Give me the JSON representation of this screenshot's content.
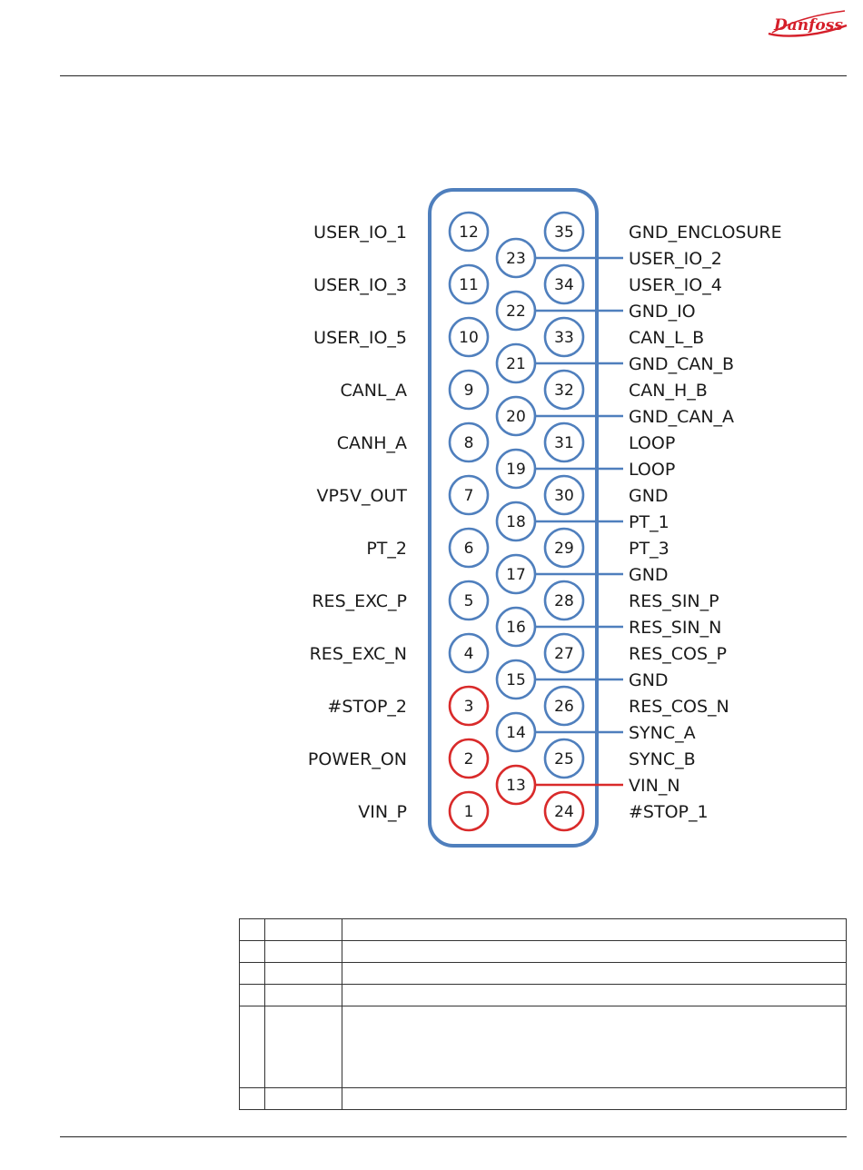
{
  "brand": {
    "logo_text": "Danfoss",
    "logo_color": "#d51f2a"
  },
  "colors": {
    "blue": "#4f7fbd",
    "red": "#d92a2a",
    "text": "#1a1a1a"
  },
  "connector": {
    "left_pins": [
      {
        "pin": "12",
        "label": "USER_IO_1",
        "color": "blue"
      },
      {
        "pin": "11",
        "label": "USER_IO_3",
        "color": "blue"
      },
      {
        "pin": "10",
        "label": "USER_IO_5",
        "color": "blue"
      },
      {
        "pin": "9",
        "label": "CANL_A",
        "color": "blue"
      },
      {
        "pin": "8",
        "label": "CANH_A",
        "color": "blue"
      },
      {
        "pin": "7",
        "label": "VP5V_OUT",
        "color": "blue"
      },
      {
        "pin": "6",
        "label": "PT_2",
        "color": "blue"
      },
      {
        "pin": "5",
        "label": "RES_EXC_P",
        "color": "blue"
      },
      {
        "pin": "4",
        "label": "RES_EXC_N",
        "color": "blue"
      },
      {
        "pin": "3",
        "label": "#STOP_2",
        "color": "red"
      },
      {
        "pin": "2",
        "label": "POWER_ON",
        "color": "red"
      },
      {
        "pin": "1",
        "label": "VIN_P",
        "color": "red"
      }
    ],
    "middle_pins": [
      {
        "pin": "23",
        "label": "USER_IO_2",
        "color": "blue"
      },
      {
        "pin": "22",
        "label": "GND_IO",
        "color": "blue"
      },
      {
        "pin": "21",
        "label": "GND_CAN_B",
        "color": "blue"
      },
      {
        "pin": "20",
        "label": "GND_CAN_A",
        "color": "blue"
      },
      {
        "pin": "19",
        "label": "LOOP",
        "color": "blue"
      },
      {
        "pin": "18",
        "label": "PT_1",
        "color": "blue"
      },
      {
        "pin": "17",
        "label": "GND",
        "color": "blue"
      },
      {
        "pin": "16",
        "label": "RES_SIN_N",
        "color": "blue"
      },
      {
        "pin": "15",
        "label": "GND",
        "color": "blue"
      },
      {
        "pin": "14",
        "label": "SYNC_A",
        "color": "blue"
      },
      {
        "pin": "13",
        "label": "VIN_N",
        "color": "red"
      }
    ],
    "right_pins": [
      {
        "pin": "35",
        "label": "GND_ENCLOSURE",
        "color": "blue"
      },
      {
        "pin": "34",
        "label": "USER_IO_4",
        "color": "blue"
      },
      {
        "pin": "33",
        "label": "CAN_L_B",
        "color": "blue"
      },
      {
        "pin": "32",
        "label": "CAN_H_B",
        "color": "blue"
      },
      {
        "pin": "31",
        "label": "LOOP",
        "color": "blue"
      },
      {
        "pin": "30",
        "label": "GND",
        "color": "blue"
      },
      {
        "pin": "29",
        "label": "PT_3",
        "color": "blue"
      },
      {
        "pin": "28",
        "label": "RES_SIN_P",
        "color": "blue"
      },
      {
        "pin": "27",
        "label": "RES_COS_P",
        "color": "blue"
      },
      {
        "pin": "26",
        "label": "RES_COS_N",
        "color": "blue"
      },
      {
        "pin": "25",
        "label": "SYNC_B",
        "color": "blue"
      },
      {
        "pin": "24",
        "label": "#STOP_1",
        "color": "red"
      }
    ]
  },
  "table": {
    "rows": [
      {
        "cells": [
          "",
          "",
          ""
        ]
      },
      {
        "cells": [
          "",
          "",
          ""
        ]
      },
      {
        "cells": [
          "",
          "",
          ""
        ]
      },
      {
        "cells": [
          "",
          "",
          ""
        ]
      },
      {
        "cells": [
          "",
          "",
          ""
        ],
        "tall": true
      },
      {
        "cells": [
          "",
          "",
          ""
        ]
      }
    ]
  }
}
